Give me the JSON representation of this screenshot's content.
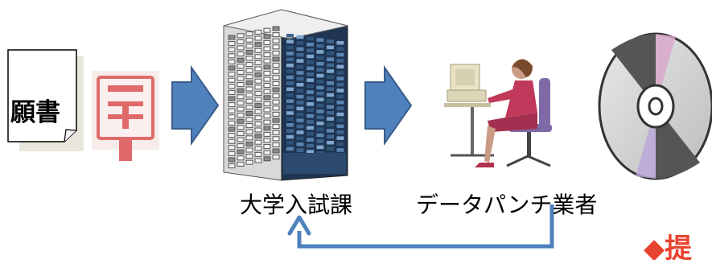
{
  "labels": {
    "application": "願書",
    "admissions_office": "大学入試課",
    "data_entry_vendor": "データパンチ業者"
  },
  "note": {
    "bullet": "◆",
    "text": "提"
  },
  "icons": {
    "document": "document-icon",
    "mailbox": "postbox-icon",
    "building": "office-building-icon",
    "operator": "typist-at-computer-icon",
    "disc": "cd-rom-icon"
  },
  "colors": {
    "arrow_fill": "#4f81bd",
    "arrow_stroke": "#385d8a",
    "return_arrow": "#4f81bd",
    "note_red": "#e8432e",
    "postbox_red": "#e06a6a"
  }
}
